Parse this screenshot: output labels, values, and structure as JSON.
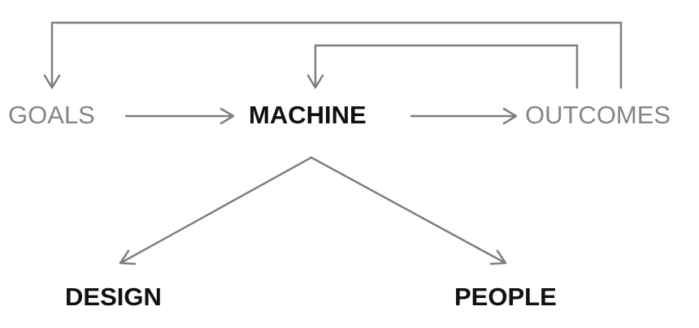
{
  "diagram": {
    "nodes": {
      "goals": "GOALS",
      "machine": "MACHINE",
      "outcomes": "OUTCOMES",
      "design": "DESIGN",
      "people": "PEOPLE"
    },
    "edges": [
      {
        "from": "goals",
        "to": "machine"
      },
      {
        "from": "machine",
        "to": "outcomes"
      },
      {
        "from": "outcomes",
        "to": "machine"
      },
      {
        "from": "outcomes",
        "to": "goals"
      },
      {
        "from": "machine",
        "to": "design"
      },
      {
        "from": "machine",
        "to": "people"
      }
    ],
    "colors": {
      "arrow": "#7f7f7f",
      "light_text": "#858585",
      "dark_text": "#111111"
    }
  }
}
